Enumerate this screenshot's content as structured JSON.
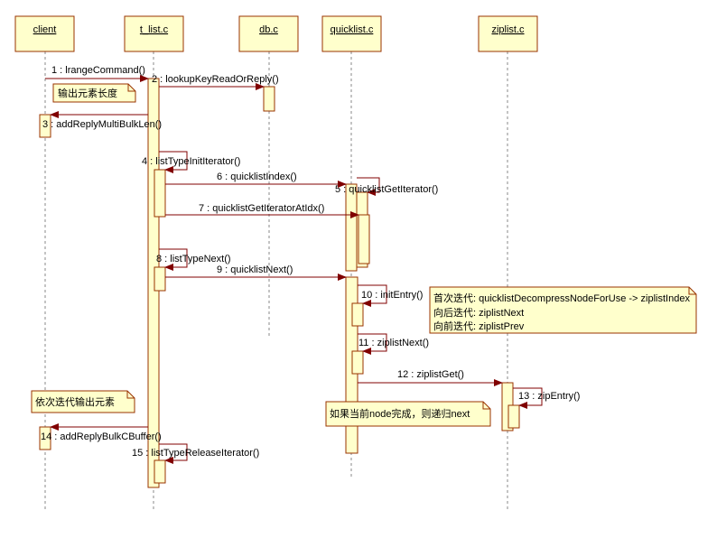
{
  "lifelines": [
    {
      "label": "client"
    },
    {
      "label": "t_list.c"
    },
    {
      "label": "db.c"
    },
    {
      "label": "quicklist.c"
    },
    {
      "label": "ziplist.c"
    }
  ],
  "messages": [
    {
      "label": "1 : lrangeCommand()"
    },
    {
      "label": "2 : lookupKeyReadOrReply()"
    },
    {
      "label": "3 : addReplyMultiBulkLen()"
    },
    {
      "label": "4 : listTypeInitIterator()"
    },
    {
      "label": "5 : quicklistGetIterator()"
    },
    {
      "label": "6 : quicklistIndex()"
    },
    {
      "label": "7 : quicklistGetIteratorAtIdx()"
    },
    {
      "label": "8 : listTypeNext()"
    },
    {
      "label": "9 : quicklistNext()"
    },
    {
      "label": "10 : initEntry()"
    },
    {
      "label": "11 : ziplistNext()"
    },
    {
      "label": "12 : ziplistGet()"
    },
    {
      "label": "13 : zipEntry()"
    },
    {
      "label": "14 : addReplyBulkCBuffer()"
    },
    {
      "label": "15 : listTypeReleaseIterator()"
    }
  ],
  "notes": [
    {
      "lines": [
        "输出元素长度"
      ]
    },
    {
      "lines": [
        "首次迭代: quicklistDecompressNodeForUse -> ziplistIndex",
        "向后迭代: ziplistNext",
        "向前迭代: ziplistPrev"
      ]
    },
    {
      "lines": [
        "如果当前node完成，则递归next"
      ]
    },
    {
      "lines": [
        "依次迭代输出元素"
      ]
    }
  ],
  "colors": {
    "fill": "#ffffcc",
    "border": "#993300",
    "arrow": "#800000",
    "lifeline": "#888888"
  }
}
